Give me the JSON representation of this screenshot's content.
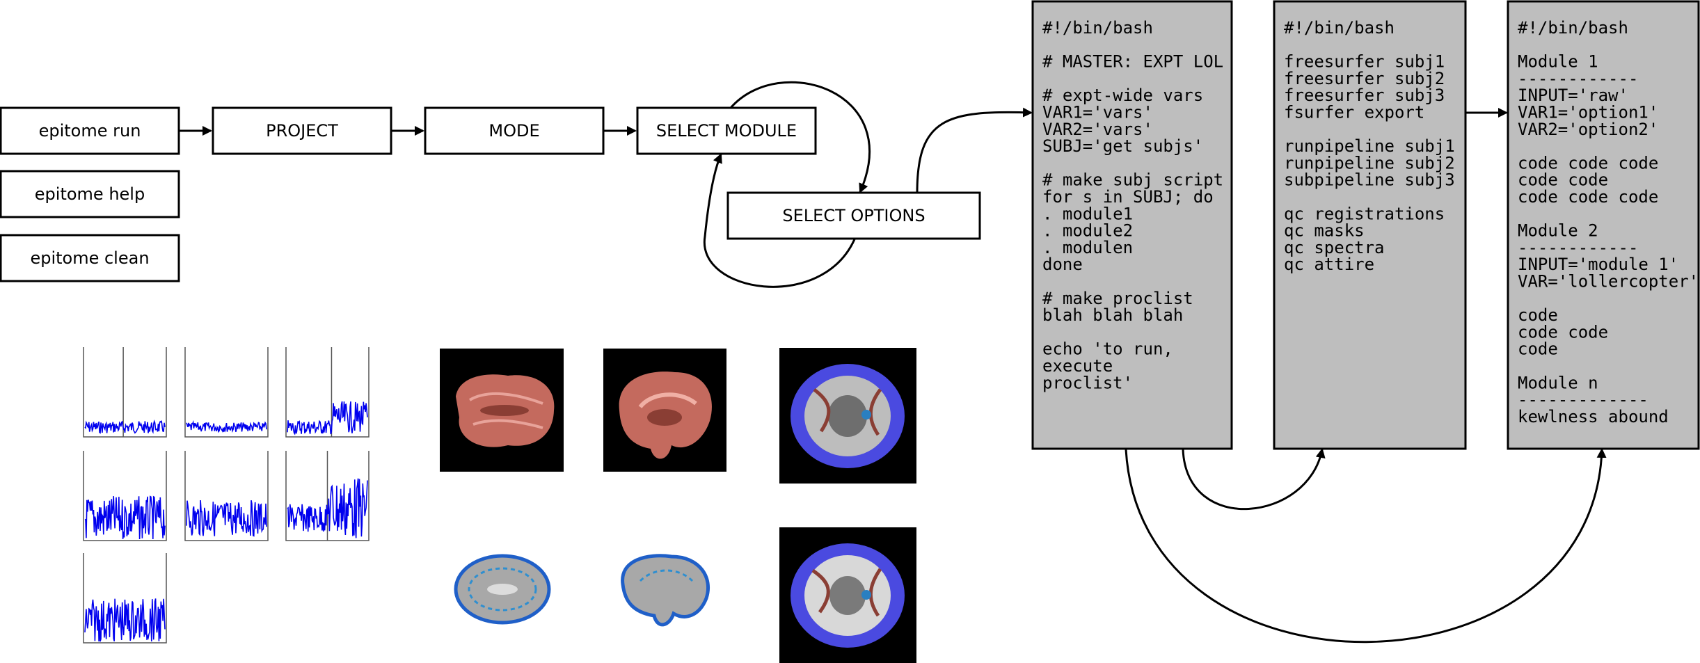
{
  "flow": {
    "commands": [
      "epitome run",
      "epitome help",
      "epitome clean"
    ],
    "steps": [
      "PROJECT",
      "MODE",
      "SELECT MODULE",
      "SELECT OPTIONS"
    ]
  },
  "scripts": [
    {
      "lines": [
        "#!/bin/bash",
        "",
        "# MASTER: EXPT LOL",
        "",
        "# expt-wide vars",
        "VAR1='vars'",
        "VAR2='vars'",
        "SUBJ='get subjs'",
        "",
        "# make subj script",
        "for s in SUBJ; do",
        ". module1",
        ". module2",
        ". modulen",
        "done",
        "",
        "# make proclist",
        "blah blah blah",
        "",
        "echo 'to run,",
        "execute",
        "proclist'"
      ]
    },
    {
      "lines": [
        "#!/bin/bash",
        "",
        "freesurfer subj1",
        "freesurfer subj2",
        "freesurfer subj3",
        "fsurfer export",
        "",
        "runpipeline subj1",
        "runpipeline subj2",
        "subpipeline subj3",
        "",
        "qc registrations",
        "qc masks",
        "qc spectra",
        "qc attire"
      ]
    },
    {
      "lines": [
        "#!/bin/bash",
        "",
        "Module 1",
        "------------",
        "INPUT='raw'",
        "VAR1='option1'",
        "VAR2='option2'",
        "",
        "code code code",
        "code code",
        "code code code",
        "",
        "Module 2",
        "------------",
        "INPUT='module 1'",
        "VAR='lollercopter'",
        "",
        "code",
        "code code",
        "code",
        "",
        "Module n",
        "-------------",
        "kewlness abound"
      ]
    }
  ],
  "colors": {
    "script_fill": "#bebebe",
    "signal": "#0000ee",
    "image_bg": "#000000",
    "brain_tissue": "#c46a5e",
    "overlay_blue": "#4a4ae0"
  },
  "icons": {
    "plots": "timeseries-plot-icon",
    "brains": "brain-slice-icon"
  }
}
